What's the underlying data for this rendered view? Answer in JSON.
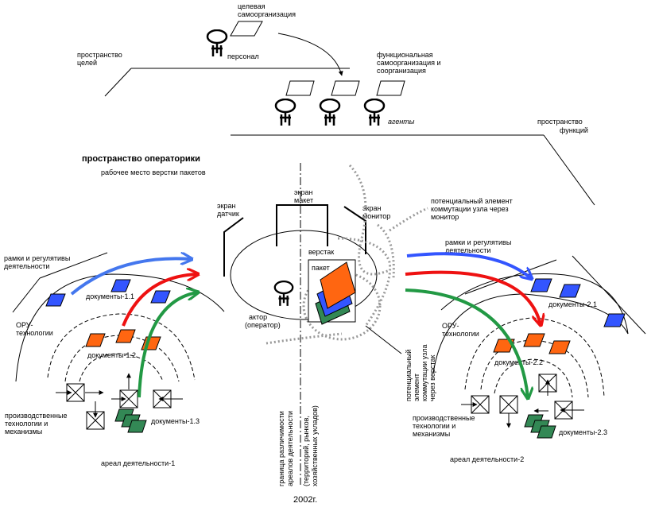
{
  "colors": {
    "blue": "#3355ff",
    "red": "#ee1111",
    "green": "#229944",
    "orange": "#ff6611",
    "dark_green": "#338855",
    "grey_dots": "#999999",
    "blue_arrow": "#4477ee"
  },
  "labels": {
    "target_selforg": [
      "целевая",
      "самоорганизация"
    ],
    "personnel": "персонал",
    "goal_space": [
      "пространство",
      "целей"
    ],
    "functional_selforg": [
      "функциональная",
      "самоорганизация и",
      "соорганизация"
    ],
    "agents": "агенты",
    "function_space": [
      "пространство",
      "функций"
    ],
    "operatorics_space": "пространство операторики",
    "workplace": "рабочее место верстки пакетов",
    "screen_layout": [
      "экран",
      "макет"
    ],
    "screen_sensor": [
      "экран",
      "датчик"
    ],
    "screen_monitor": [
      "экран",
      "монитор"
    ],
    "potential_element_top": [
      "потенциальный элемент",
      "коммутации узла через",
      "монитор"
    ],
    "frames_left": [
      "рамки и регулятивы",
      "деятельности"
    ],
    "frames_right": [
      "рамки и регулятивы",
      "деятельности"
    ],
    "verstak": "верстак",
    "paket": "пакет",
    "actor": [
      "актор",
      "(оператор)"
    ],
    "docs_1_1": "документы-1.1",
    "docs_1_2": "документы-1.2",
    "docs_1_3": "документы-1.3",
    "docs_2_1": "документы-2.1",
    "docs_2_2": "документы-2.2",
    "docs_2_3": "документы-2.3",
    "oru_left": [
      "ОРУ-",
      "технологии"
    ],
    "oru_right": [
      "ОРУ-",
      "технологии"
    ],
    "production_left": [
      "производственные",
      "технологии и",
      "механизмы"
    ],
    "production_right": [
      "производственные",
      "технологии и",
      "механизмы"
    ],
    "areal_1": "ареал деятельности-1",
    "areal_2": "ареал деятельности-2",
    "boundary_vertical": [
      "граница различимости",
      "ареалов деятельности"
    ],
    "territory_vertical": [
      "(территорий, рынков,",
      "хозяйственных укладов)"
    ],
    "potential_element_vertical": [
      "потенциальный",
      "элемент",
      "коммутации узла",
      "через верстак"
    ],
    "year": "2002г."
  }
}
